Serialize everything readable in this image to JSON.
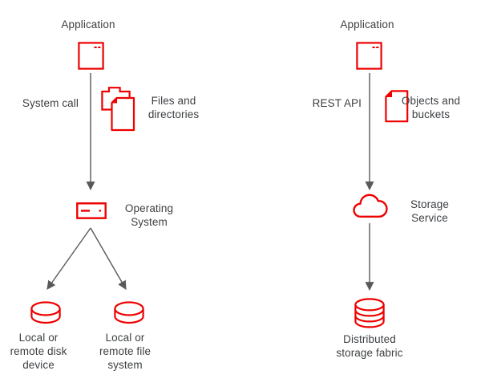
{
  "colors": {
    "brand_red": "#ee0000",
    "arrow_gray": "#58595b",
    "text_gray": "#3c3f42",
    "background": "#ffffff"
  },
  "left_flow": {
    "app_label": "Application",
    "arrow_label": "System call",
    "side_label": "Files and directories",
    "os_label": "Operating System",
    "disk_label": "Local or remote disk device",
    "fs_label": "Local or remote file system"
  },
  "right_flow": {
    "app_label": "Application",
    "arrow_label": "REST API",
    "side_label": "Objects and buckets",
    "service_label": "Storage Service",
    "fabric_label": "Distributed storage fabric"
  },
  "icons": {
    "application": "app-window-icon",
    "files_and_directories": "folder-with-file-icon",
    "operating_system": "os-server-icon",
    "local_disk": "disk-cylinder-icon",
    "local_file_system": "disk-cylinder-icon",
    "objects_and_buckets": "document-page-icon",
    "storage_service": "cloud-icon",
    "distributed_storage_fabric": "stacked-disks-icon"
  }
}
